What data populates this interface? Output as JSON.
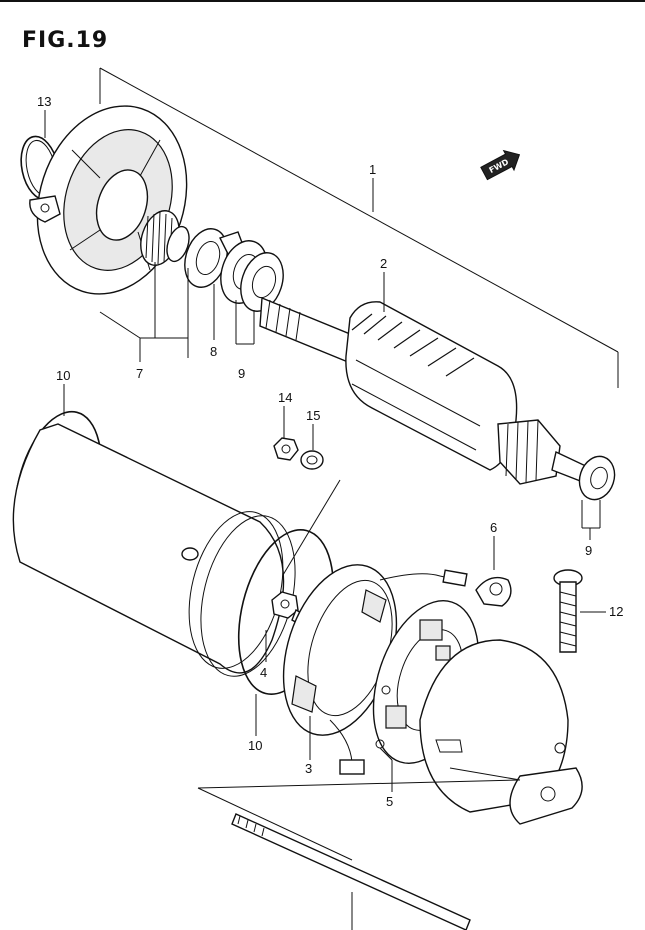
{
  "figure": {
    "title": "FIG.19",
    "direction_badge": "FWD"
  },
  "callouts": [
    {
      "id": "c13",
      "label": "13"
    },
    {
      "id": "c1",
      "label": "1"
    },
    {
      "id": "c2",
      "label": "2"
    },
    {
      "id": "c7",
      "label": "7"
    },
    {
      "id": "c8",
      "label": "8"
    },
    {
      "id": "c9a",
      "label": "9"
    },
    {
      "id": "c10a",
      "label": "10"
    },
    {
      "id": "c14",
      "label": "14"
    },
    {
      "id": "c15",
      "label": "15"
    },
    {
      "id": "c9b",
      "label": "9"
    },
    {
      "id": "c6",
      "label": "6"
    },
    {
      "id": "c12",
      "label": "12"
    },
    {
      "id": "c4",
      "label": "4"
    },
    {
      "id": "c10b",
      "label": "10"
    },
    {
      "id": "c3",
      "label": "3"
    },
    {
      "id": "c5",
      "label": "5"
    }
  ]
}
